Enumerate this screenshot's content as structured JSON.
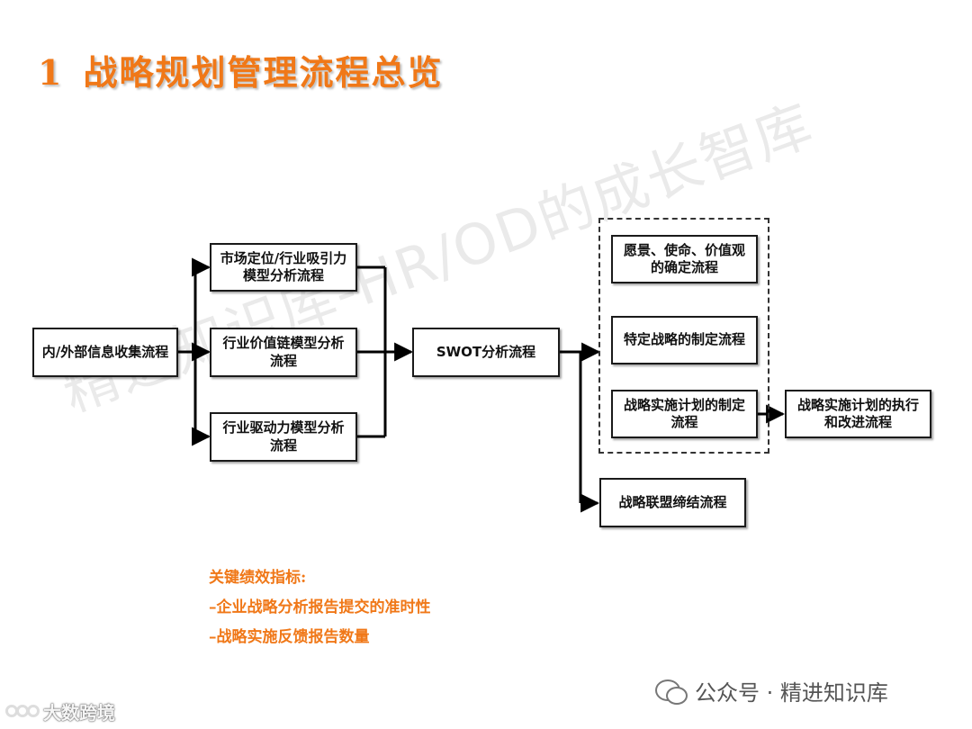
{
  "title": {
    "number": "1",
    "text": "战略规划管理流程总览"
  },
  "watermark": "精进知识库-HR/OD的成长智库",
  "boxes": {
    "info_collect": "内/外部信息收集流程",
    "market_position": "市场定位/行业吸引力模型分析流程",
    "value_chain": "行业价值链模型分析流程",
    "driving_force": "行业驱动力模型分析流程",
    "swot": "SWOT分析流程",
    "vision": "愿景、使命、价值观的确定流程",
    "specific_strategy": "特定战略的制定流程",
    "implementation_plan": "战略实施计划的制定流程",
    "execution": "战略实施计划的执行和改进流程",
    "alliance": "战略联盟缔结流程"
  },
  "kpi": {
    "heading": "关键绩效指标:",
    "items": [
      "–企业战略分析报告提交的准时性",
      "–战略实施反馈报告数量"
    ]
  },
  "footer": {
    "wechat": "公众号 · 精进知识库",
    "brand": "大数跨境"
  },
  "colors": {
    "accent": "#F07818",
    "line": "#000000"
  }
}
